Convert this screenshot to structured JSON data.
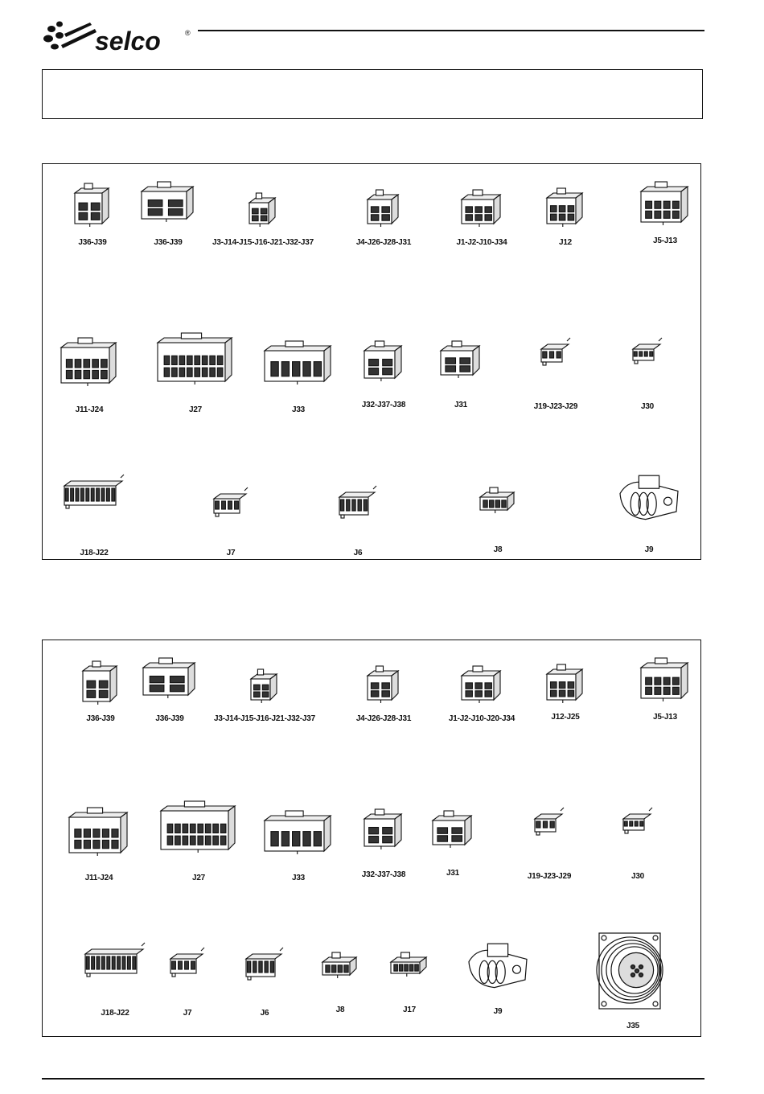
{
  "header": {
    "logo_text": "selco",
    "logo_mark": "®"
  },
  "panels": [
    {
      "rows": [
        [
          "J36-J39",
          "J36-J39",
          "J3-J14-J15-J16-J21-J32-J37",
          "J4-J26-J28-J31",
          "J1-J2-J10-J34",
          "J12",
          "J5-J13"
        ],
        [
          "J11-J24",
          "J27",
          "J33",
          "J32-J37-J38",
          "J31",
          "J19-J23-J29",
          "J30"
        ],
        [
          "J18-J22",
          "J7",
          "J6",
          "J8",
          "J9"
        ]
      ]
    },
    {
      "rows": [
        [
          "J36-J39",
          "J36-J39",
          "J3-J14-J15-J16-J21-J32-J37",
          "J4-J26-J28-J31",
          "J1-J2-J10-J20-J34",
          "J12-J25",
          "J5-J13"
        ],
        [
          "J11-J24",
          "J27",
          "J33",
          "J32-J37-J38",
          "J31",
          "J19-J23-J29",
          "J30"
        ],
        [
          "J18-J22",
          "J7",
          "J6",
          "J8",
          "J17",
          "J9",
          "J35"
        ]
      ]
    }
  ]
}
